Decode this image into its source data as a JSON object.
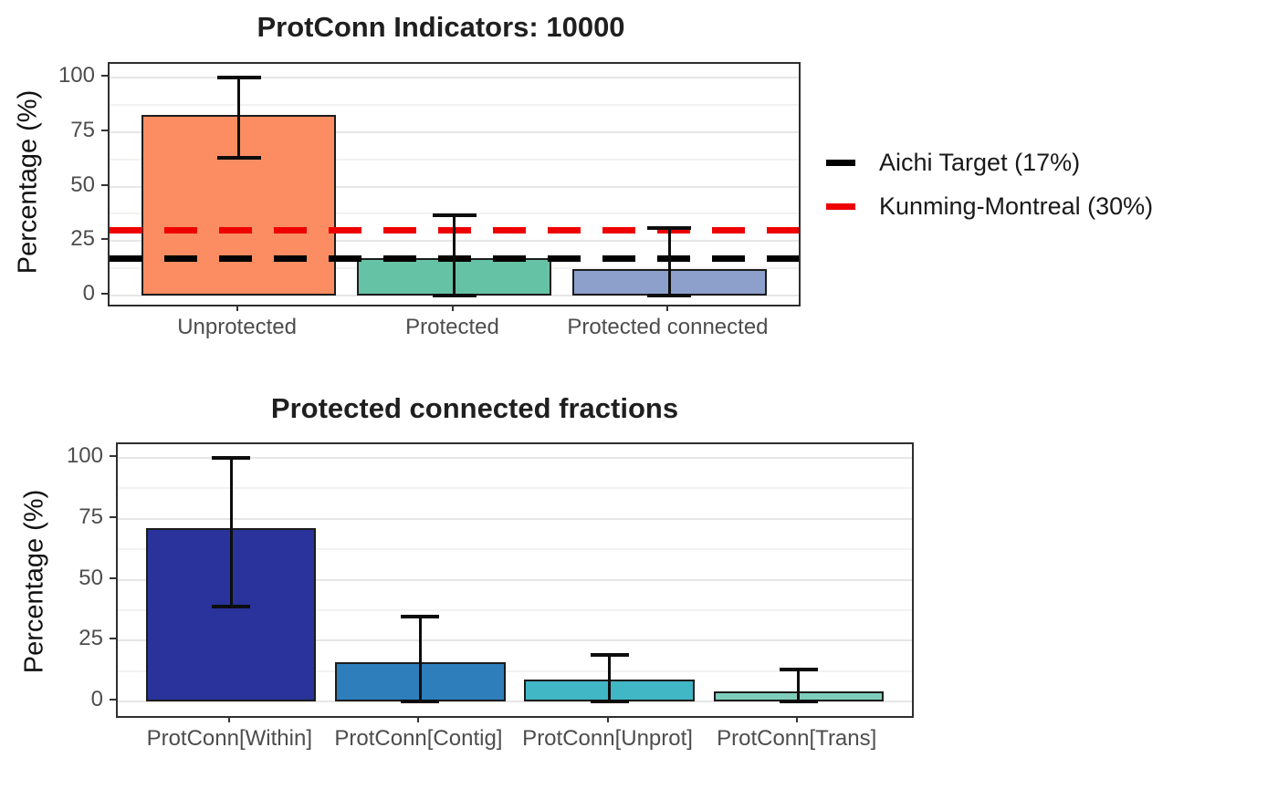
{
  "figure": {
    "background": "#ffffff"
  },
  "chart_data": [
    {
      "type": "bar",
      "title": "ProtConn Indicators: 10000",
      "xlabel": "",
      "ylabel": "Percentage (%)",
      "ylim": [
        0,
        100
      ],
      "yticks": [
        0,
        25,
        50,
        75,
        100
      ],
      "grid": "major+minor",
      "categories": [
        "Unprotected",
        "Protected",
        "Protected connected"
      ],
      "values": [
        83,
        17,
        12
      ],
      "error_low": [
        63,
        0,
        0
      ],
      "error_high": [
        100,
        37,
        31
      ],
      "bar_colors": [
        "#FC8D62",
        "#66C2A5",
        "#8DA0CB"
      ],
      "bar_border_color": "#1c1c1c",
      "hlines": [
        {
          "value": 17,
          "color": "#000000",
          "style": "dashed",
          "label": "Aichi Target (17%)"
        },
        {
          "value": 30,
          "color": "#EE0000",
          "style": "dashed",
          "label": "Kunming-Montreal (30%)"
        }
      ],
      "legend_position": "right"
    },
    {
      "type": "bar",
      "title": "Protected connected fractions",
      "xlabel": "",
      "ylabel": "Percentage (%)",
      "ylim": [
        0,
        100
      ],
      "yticks": [
        0,
        25,
        50,
        75,
        100
      ],
      "grid": "major+minor",
      "categories": [
        "ProtConn[Within]",
        "ProtConn[Contig]",
        "ProtConn[Unprot]",
        "ProtConn[Trans]"
      ],
      "values": [
        71,
        16,
        9,
        4
      ],
      "error_low": [
        39,
        0,
        0,
        0
      ],
      "error_high": [
        100,
        35,
        19,
        13
      ],
      "bar_colors": [
        "#29339B",
        "#2E7EBC",
        "#41B6C4",
        "#7FCDBB"
      ],
      "bar_border_color": "#1c1c1c",
      "hlines": [],
      "legend_position": "none"
    }
  ],
  "legend": {
    "items": [
      {
        "label": "Aichi Target (17%)",
        "color": "#000000"
      },
      {
        "label": "Kunming-Montreal (30%)",
        "color": "#EE0000"
      }
    ]
  }
}
